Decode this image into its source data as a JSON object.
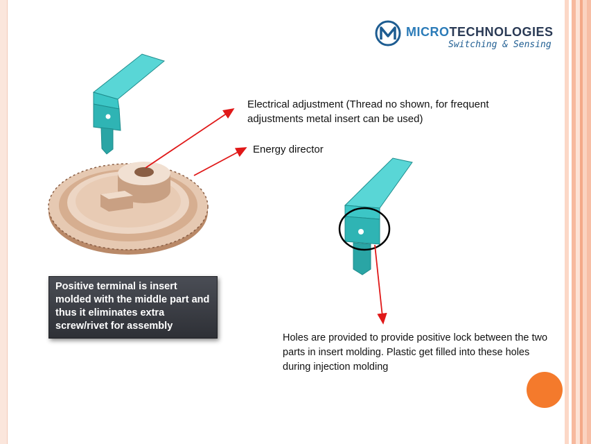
{
  "logo": {
    "brand_part1": "MICRO",
    "brand_part2": "TECHNOLOGIES",
    "tagline": "Switching & Sensing"
  },
  "labels": {
    "electrical_adjustment": "Electrical adjustment (Thread no shown, for frequent adjustments metal insert can be used)",
    "energy_director": "Energy director",
    "holes": "Holes are provided to provide positive lock between the two parts in insert molding. Plastic get filled into these holes during injection molding"
  },
  "callout": {
    "text": "Positive terminal is insert molded with the middle part and thus it eliminates extra screw/rivet for assembly"
  },
  "colors": {
    "terminal": "#3cc6c6",
    "gear": "#c79a7a",
    "arrow": "#e01818",
    "accent_dot": "#f47a2c"
  }
}
